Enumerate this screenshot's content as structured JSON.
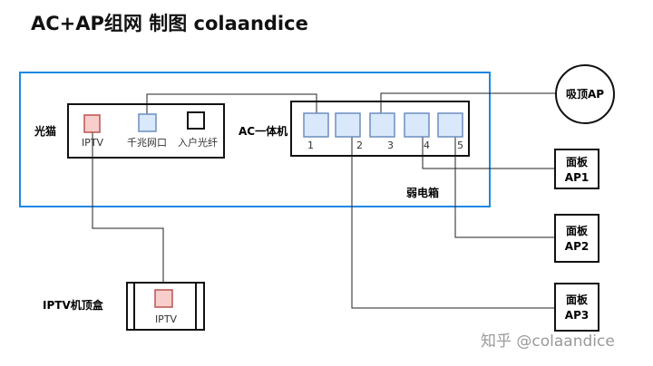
{
  "title": "AC+AP组网  制图 colaandice",
  "modem": {
    "label": "光猫",
    "ports": {
      "iptv": "IPTV",
      "gigabit": "千兆网口",
      "fiber": "入户光纤"
    }
  },
  "ac": {
    "label": "AC一体机",
    "ports": [
      "1",
      "2",
      "3",
      "4",
      "5"
    ]
  },
  "cabinet_label": "弱电箱",
  "stb": {
    "label": "IPTV机顶盒",
    "port": "IPTV"
  },
  "aps": {
    "ceiling": "吸顶AP",
    "panel1": [
      "面板",
      "AP1"
    ],
    "panel2": [
      "面板",
      "AP2"
    ],
    "panel3": [
      "面板",
      "AP3"
    ]
  },
  "watermark": "知乎 @colaandice",
  "colors": {
    "cabinet": "#1e88e5",
    "blue_port": "#dae8fc",
    "red_port": "#f8cecc"
  }
}
